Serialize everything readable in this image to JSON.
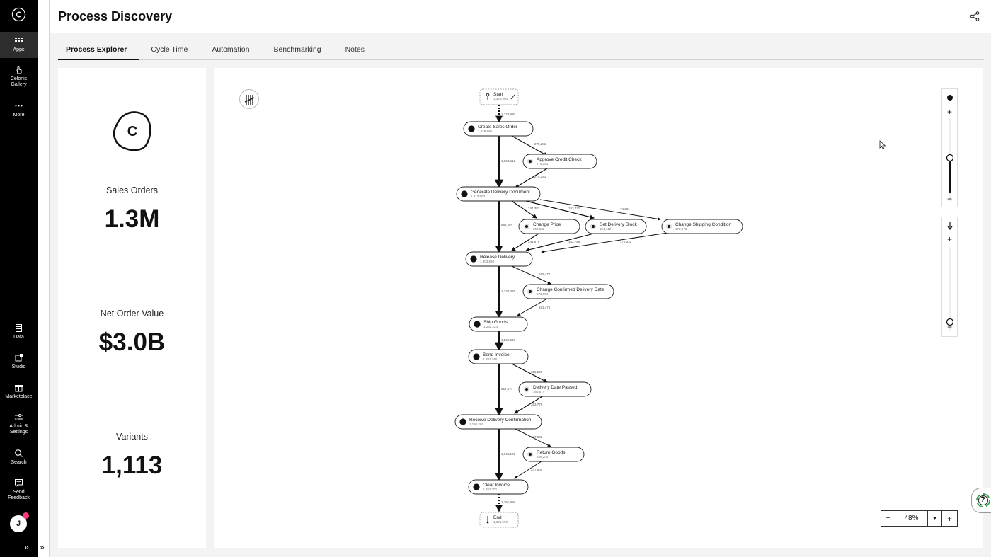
{
  "nav": {
    "items": [
      {
        "label": "Apps",
        "icon": "apps-grid-icon"
      },
      {
        "label": "Celonis Gallery",
        "icon": "hand-pointer-icon"
      },
      {
        "label": "More",
        "icon": "more-dots-icon"
      },
      {
        "label": "Data",
        "icon": "database-icon"
      },
      {
        "label": "Studio",
        "icon": "studio-icon"
      },
      {
        "label": "Marketplace",
        "icon": "gift-icon"
      },
      {
        "label": "Admin & Settings",
        "icon": "sliders-icon"
      },
      {
        "label": "Search",
        "icon": "search-icon"
      },
      {
        "label": "Send Feedback",
        "icon": "feedback-icon"
      }
    ],
    "avatar_initial": "J",
    "expand": "»"
  },
  "header": {
    "title": "Process Discovery"
  },
  "tabs": [
    {
      "label": "Process Explorer",
      "active": true
    },
    {
      "label": "Cycle Time"
    },
    {
      "label": "Automation"
    },
    {
      "label": "Benchmarking"
    },
    {
      "label": "Notes"
    }
  ],
  "kpis": [
    {
      "label": "Sales Orders",
      "value": "1.3M"
    },
    {
      "label": "Net Order Value",
      "value": "$3.0B"
    },
    {
      "label": "Variants",
      "value": "1,113"
    }
  ],
  "process_map": {
    "start": {
      "label": "Start",
      "count": "1,328,990"
    },
    "end": {
      "label": "End",
      "count": "1,328,990"
    },
    "activities": [
      {
        "label": "Create Sales Order",
        "count": "1,328,990"
      },
      {
        "label": "Approve Credit Check",
        "count": "275,281"
      },
      {
        "label": "Generate Delivery Document",
        "count": "1,310,903"
      },
      {
        "label": "Change Price",
        "count": "250,532"
      },
      {
        "label": "Set Delivery Block",
        "count": "184,412"
      },
      {
        "label": "Change Shipping Condition",
        "count": "172,873"
      },
      {
        "label": "Release Delivery",
        "count": "1,303,898"
      },
      {
        "label": "Change Confirmed Delivery Date",
        "count": "173,554"
      },
      {
        "label": "Ship Goods",
        "count": "1,292,224"
      },
      {
        "label": "Send Invoice",
        "count": "1,292,248"
      },
      {
        "label": "Delivery Date Passed",
        "count": "366,574"
      },
      {
        "label": "Receive Delivery Confirmation",
        "count": "1,292,265"
      },
      {
        "label": "Return Goods",
        "count": "246,204"
      },
      {
        "label": "Clear Invoice",
        "count": "1,292,302"
      }
    ],
    "edge_labels": {
      "start_create": "1,328,990",
      "create_approve": "275,281",
      "create_generate": "1,038,512",
      "approve_generate": "275,281",
      "generate_price": "244,383",
      "generate_block": "183,771",
      "generate_shipping": "74,381",
      "generate_release": "693,687",
      "price_release": "241,876",
      "block_release": "182,786",
      "shipping_release": "172,232",
      "release_confirmed": "169,477",
      "release_ship": "1,130,385",
      "confirmed_ship": "181,476",
      "ship_invoice": "1,292,537",
      "invoice_passed": "355,228",
      "invoice_receive": "859,674",
      "passed_receive": "353,778",
      "receive_return": "247,902",
      "receive_clear": "1,044,195",
      "return_clear": "247,900",
      "clear_end": "1,291,996"
    }
  },
  "zoom": {
    "minus": "−",
    "value": "48%",
    "dropdown": "▾",
    "plus": "+"
  },
  "sliders": {
    "plus": "+",
    "minus": "−"
  },
  "help": "?"
}
